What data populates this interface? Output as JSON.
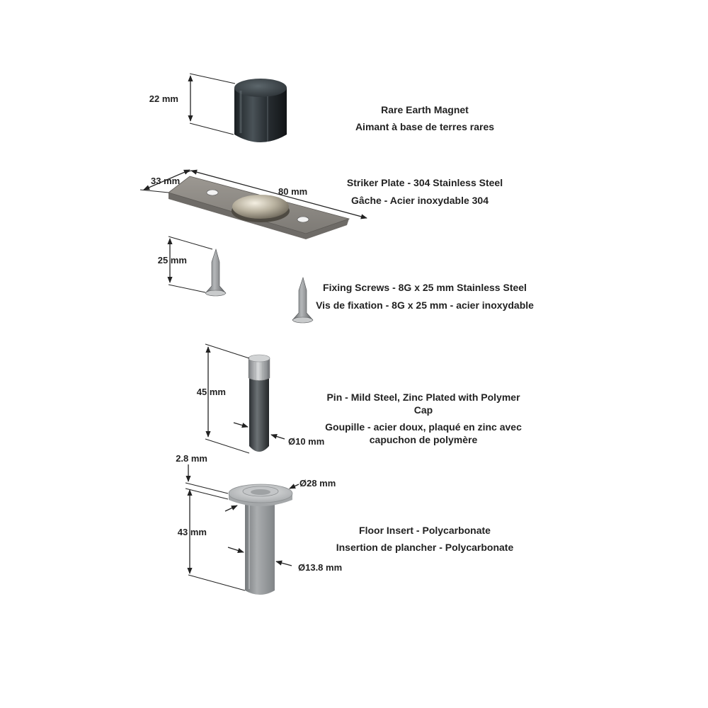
{
  "magnet": {
    "height": "22 mm",
    "label_en": "Rare Earth Magnet",
    "label_fr": "Aimant à base de terres rares"
  },
  "striker": {
    "width": "33 mm",
    "length": "80 mm",
    "label_en": "Striker Plate - 304 Stainless Steel",
    "label_fr": "Gâche - Acier inoxydable 304"
  },
  "screws": {
    "length": "25 mm",
    "label_en": "Fixing Screws - 8G x 25 mm Stainless Steel",
    "label_fr": "Vis de fixation - 8G x 25 mm - acier inoxydable"
  },
  "pin": {
    "length": "45 mm",
    "diameter": "Ø10 mm",
    "label_en_1": "Pin - Mild Steel, Zinc Plated with Polymer",
    "label_en_2": "Cap",
    "label_fr_1": "Goupille - acier doux, plaqué en zinc avec",
    "label_fr_2": "capuchon de polymère"
  },
  "insert": {
    "flange": "2.8 mm",
    "flange_diameter": "Ø28 mm",
    "length": "43 mm",
    "body_diameter": "Ø13.8 mm",
    "label_en": "Floor Insert - Polycarbonate",
    "label_fr": "Insertion de plancher - Polycarbonate"
  }
}
